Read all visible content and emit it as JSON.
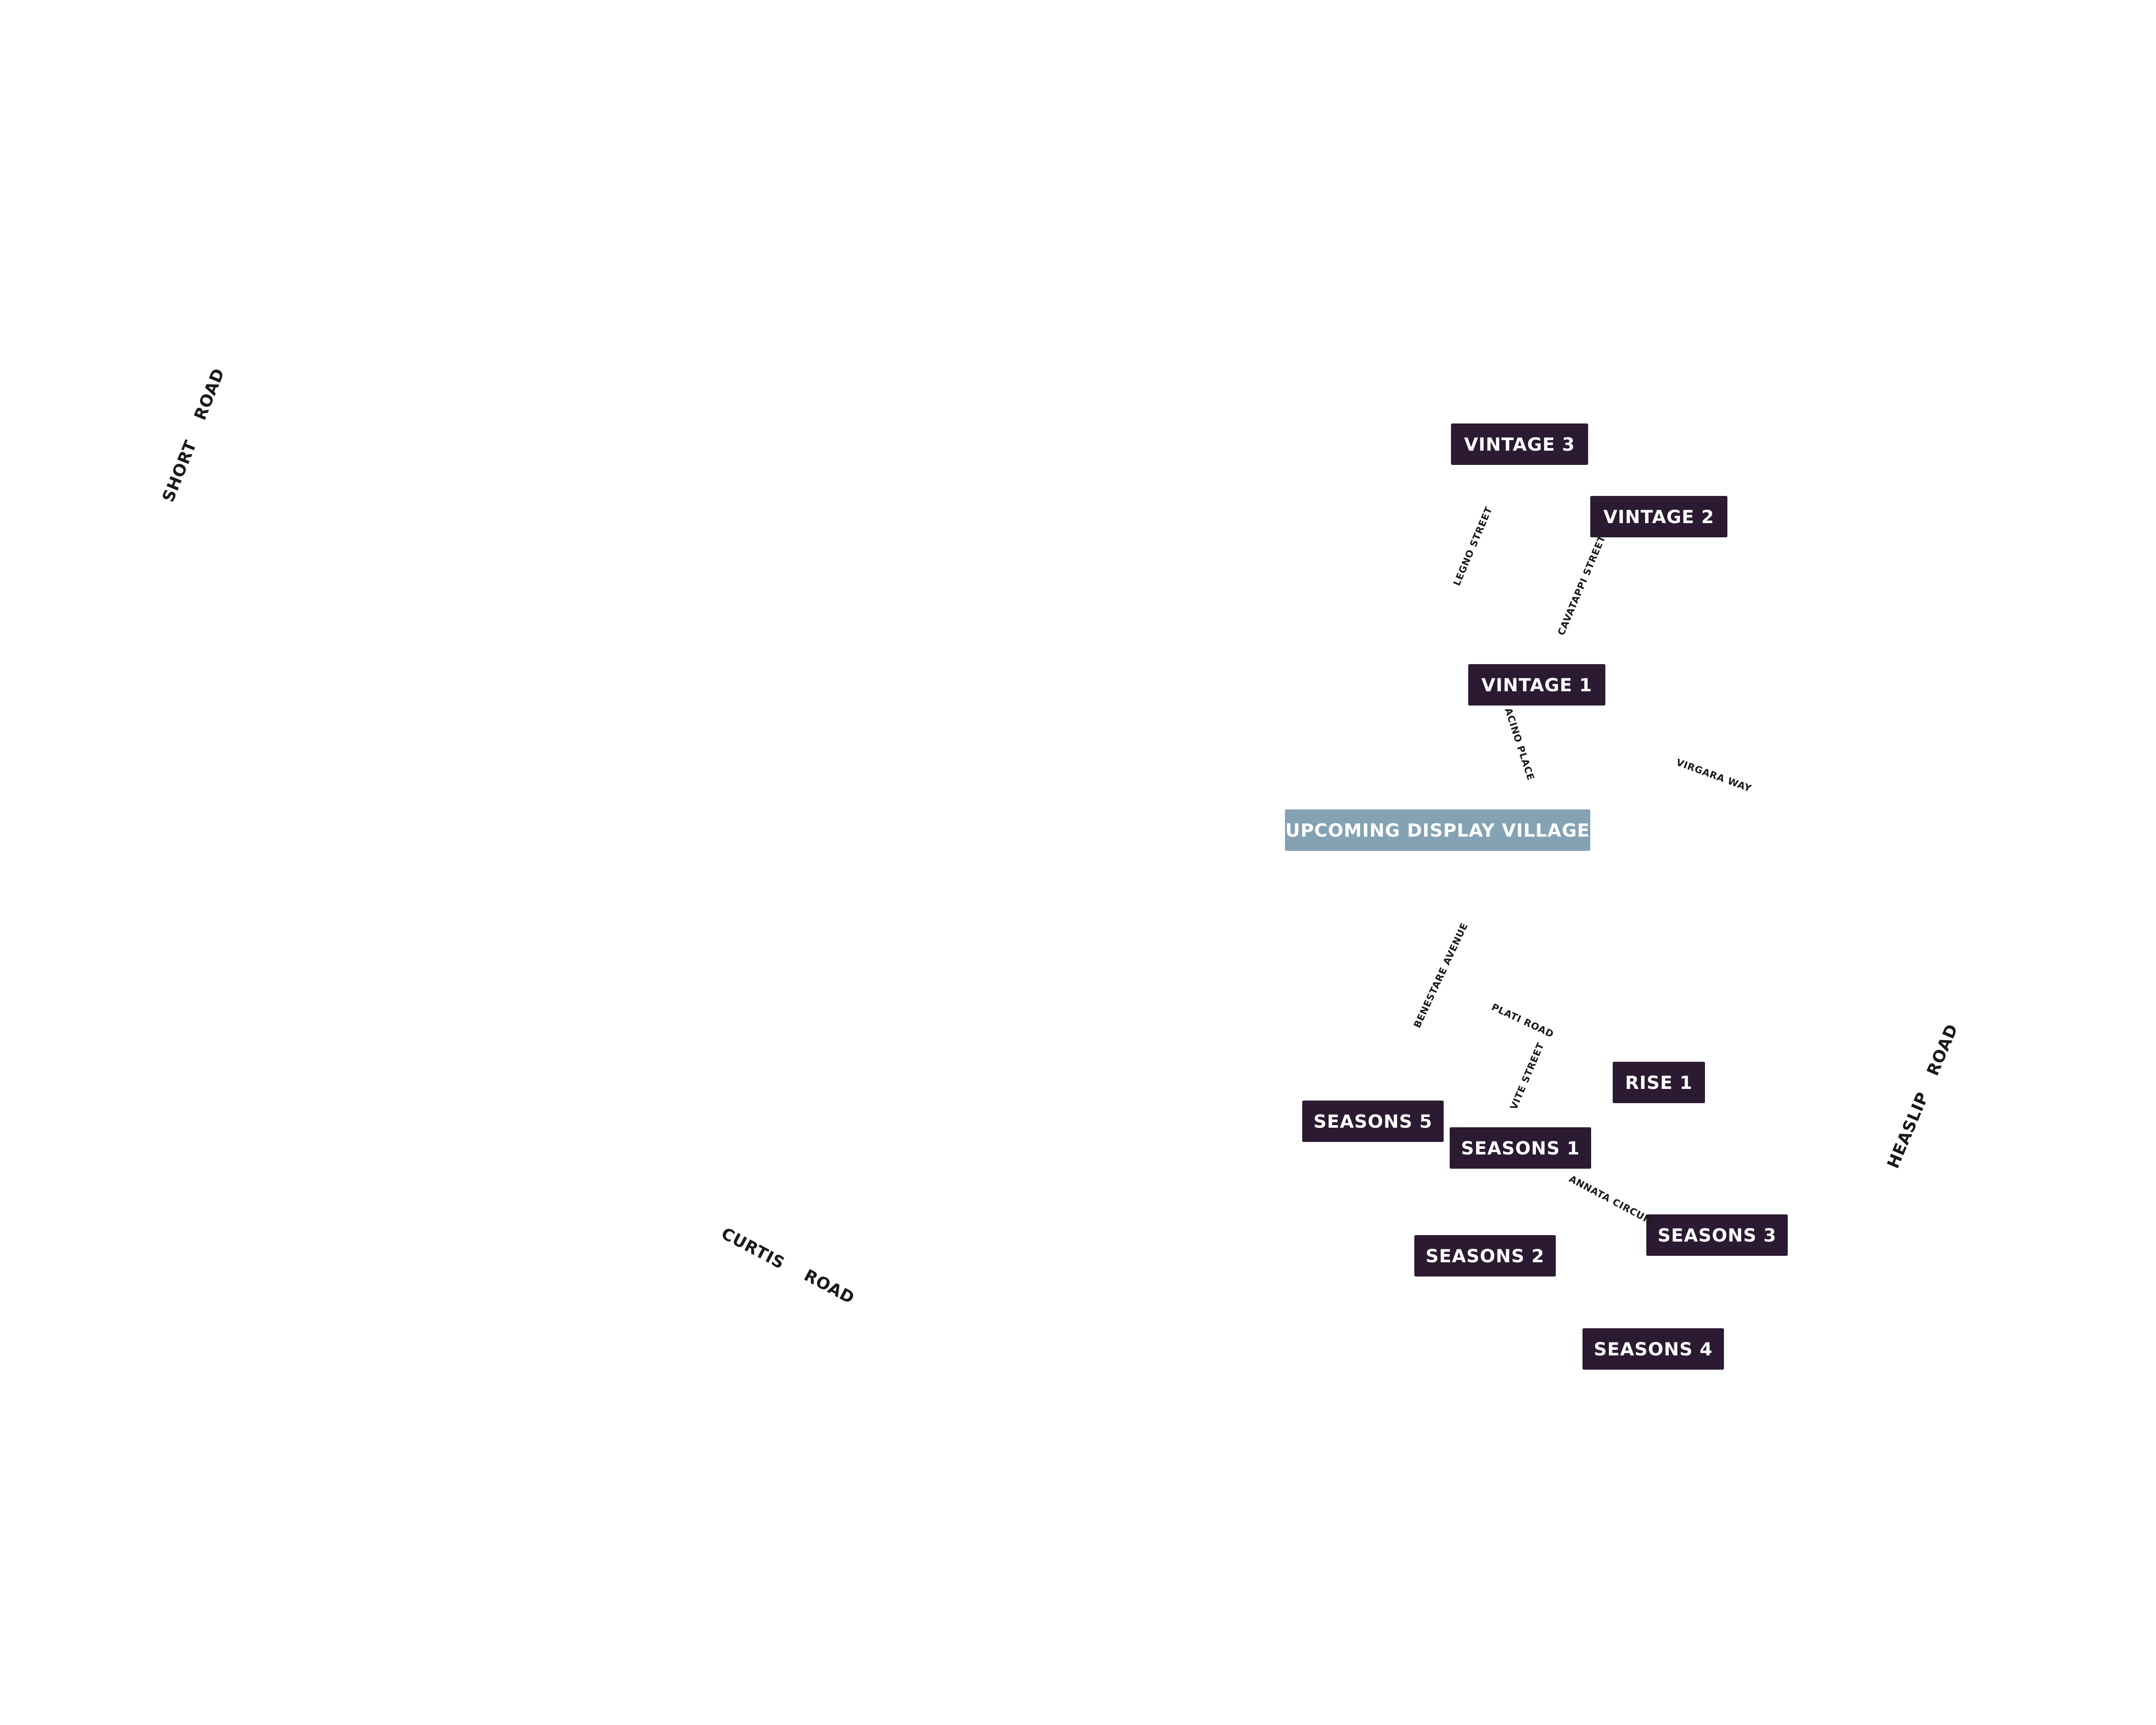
{
  "colors": {
    "label_dark": "#2b1a31",
    "label_highlight": "#84a2b3",
    "label_text": "#ffffff",
    "street_text": "#1a1a1a",
    "background": "#ffffff"
  },
  "precincts": {
    "vintage_3": "VINTAGE 3",
    "vintage_2": "VINTAGE 2",
    "vintage_1": "VINTAGE 1",
    "upcoming_display_village": "UPCOMING DISPLAY VILLAGE",
    "rise_1": "RISE 1",
    "seasons_5": "SEASONS 5",
    "seasons_1": "SEASONS 1",
    "seasons_3": "SEASONS 3",
    "seasons_2": "SEASONS 2",
    "seasons_4": "SEASONS 4"
  },
  "streets": {
    "short": "SHORT",
    "short_road": "ROAD",
    "legno": "LEGNO STREET",
    "cavatappi": "CAVATAPPI STREET",
    "acino": "ACINO PLACE",
    "virgara": "VIRGARA  WAY",
    "benestare": "BENESTARE AVENUE",
    "plati": "PLATI ROAD",
    "vite": "VITE STREET",
    "annata": "ANNATA  CIRCUIT",
    "heaslip": "HEASLIP",
    "heaslip_road": "ROAD",
    "curtis": "CURTIS",
    "curtis_road": "ROAD"
  }
}
